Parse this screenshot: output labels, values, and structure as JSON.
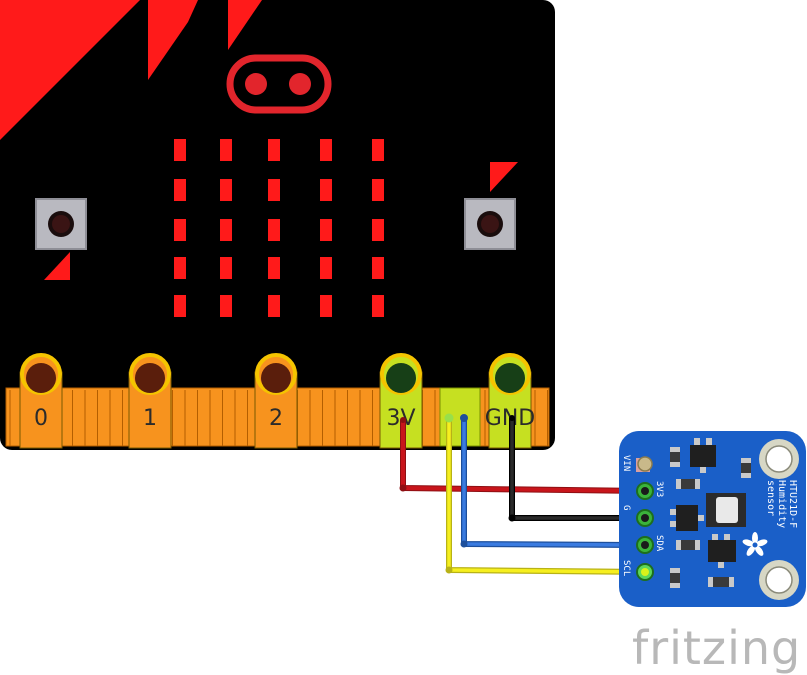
{
  "microbit": {
    "pins": [
      {
        "label": "0",
        "color": "#f7931e"
      },
      {
        "label": "1",
        "color": "#f7931e"
      },
      {
        "label": "2",
        "color": "#f7931e"
      },
      {
        "label": "3V",
        "color": "#c6e021"
      },
      {
        "label": "GND",
        "color": "#c6e021"
      }
    ],
    "led_color": "#ff1a1a",
    "board_color": "#000000"
  },
  "sensor": {
    "name_line1": "HTU21D-F",
    "name_line2": "Humidity",
    "name_line3": "sensor",
    "pins": [
      "VIN",
      "3V3",
      "G",
      "SDA",
      "SCL"
    ],
    "board_color": "#1a5fc8"
  },
  "wires": [
    {
      "name": "3v-wire",
      "color": "#c8151b"
    },
    {
      "name": "gnd-wire",
      "color": "#1a1a1a"
    },
    {
      "name": "sda-wire",
      "color": "#2f6fd4"
    },
    {
      "name": "scl-wire",
      "color": "#f2ec1b"
    }
  ],
  "watermark": "fritzing"
}
